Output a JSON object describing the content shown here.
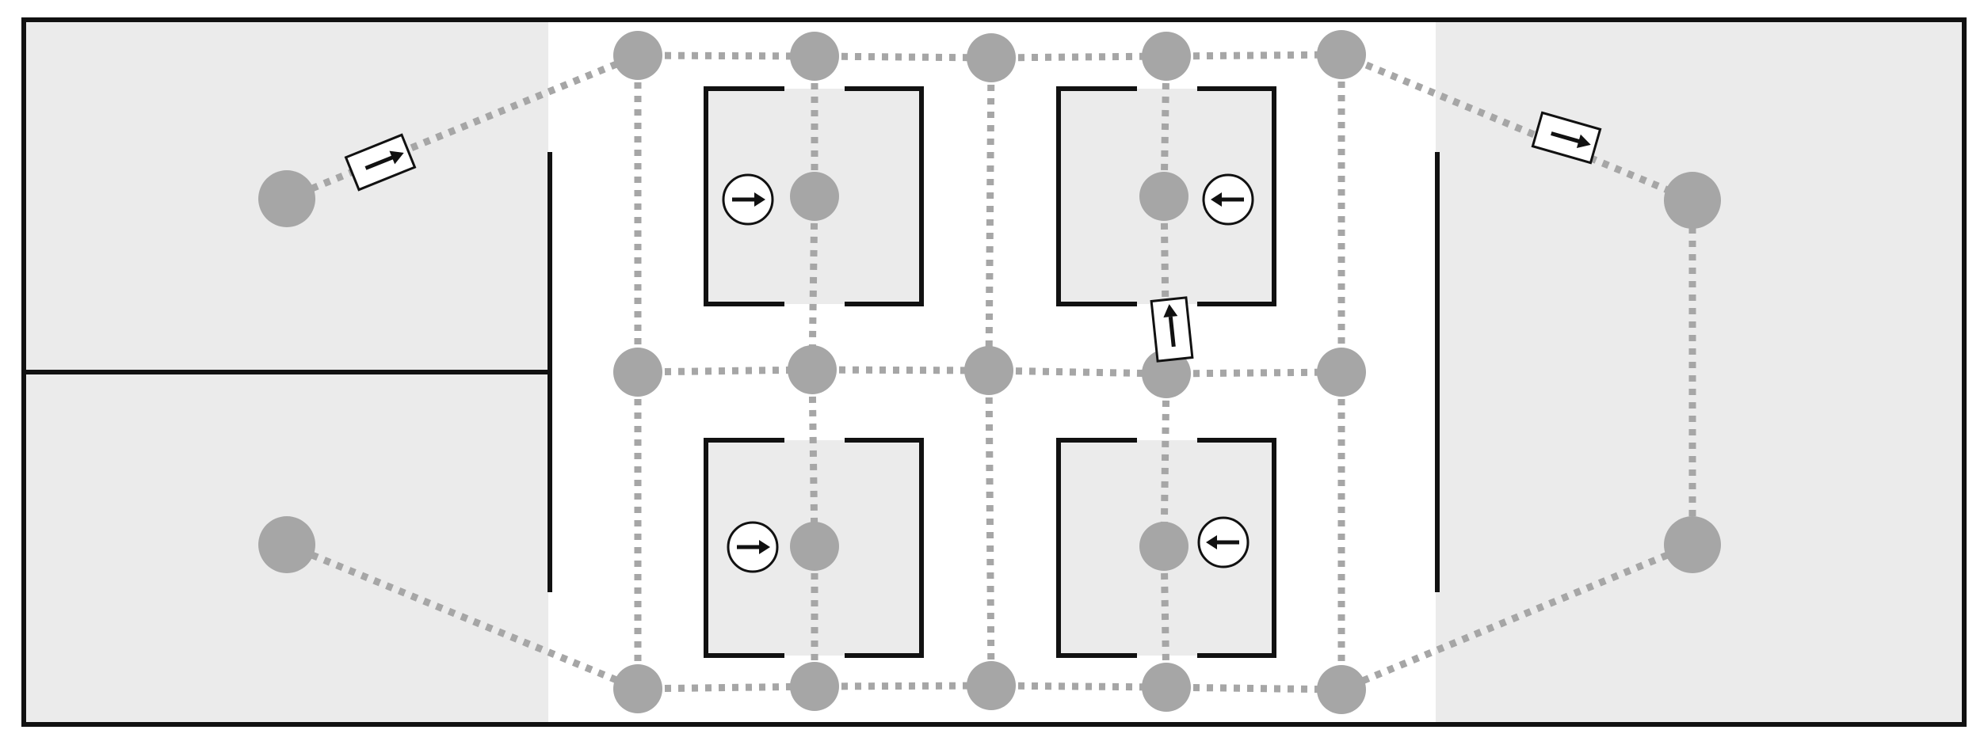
{
  "colors": {
    "zone": "#ebebeb",
    "aisle": "#ffffff",
    "node": "#a6a6a6",
    "edge": "#a6a6a6",
    "wall": "#111111",
    "robot": "#ffffff"
  },
  "graph": {
    "nodes": [
      "L1",
      "L2",
      "T1",
      "T2",
      "T3",
      "T4",
      "T5",
      "M1",
      "M2",
      "M3",
      "M4",
      "M5",
      "B1",
      "B2",
      "B3",
      "B4",
      "B5",
      "S1",
      "S2",
      "S3",
      "S4",
      "R1",
      "R2"
    ],
    "edges": [
      [
        "L1",
        "T1"
      ],
      [
        "L2",
        "B1"
      ],
      [
        "T1",
        "T2"
      ],
      [
        "T2",
        "T3"
      ],
      [
        "T3",
        "T4"
      ],
      [
        "T4",
        "T5"
      ],
      [
        "M1",
        "M2"
      ],
      [
        "M2",
        "M3"
      ],
      [
        "M3",
        "M4"
      ],
      [
        "M4",
        "M5"
      ],
      [
        "B1",
        "B2"
      ],
      [
        "B2",
        "B3"
      ],
      [
        "B3",
        "B4"
      ],
      [
        "B4",
        "B5"
      ],
      [
        "T1",
        "M1"
      ],
      [
        "M1",
        "B1"
      ],
      [
        "T2",
        "S1"
      ],
      [
        "S1",
        "M2"
      ],
      [
        "M2",
        "S3"
      ],
      [
        "S3",
        "B2"
      ],
      [
        "T3",
        "M3"
      ],
      [
        "M3",
        "B3"
      ],
      [
        "T4",
        "S2"
      ],
      [
        "S2",
        "M4"
      ],
      [
        "M4",
        "S4"
      ],
      [
        "S4",
        "B4"
      ],
      [
        "T5",
        "M5"
      ],
      [
        "M5",
        "B5"
      ],
      [
        "T5",
        "R1"
      ],
      [
        "R1",
        "R2"
      ],
      [
        "R2",
        "B5"
      ]
    ]
  },
  "stations": [
    {
      "id": "S1",
      "marker_direction": "right"
    },
    {
      "id": "S2",
      "marker_direction": "left"
    },
    {
      "id": "S3",
      "marker_direction": "right"
    },
    {
      "id": "S4",
      "marker_direction": "left"
    }
  ],
  "robots": [
    {
      "id": "robot-1",
      "heading": "right"
    },
    {
      "id": "robot-2",
      "heading": "right"
    },
    {
      "id": "robot-3",
      "heading": "up"
    }
  ],
  "icons": {
    "node": "graph-node-icon",
    "robot": "robot-icon",
    "direction_marker": "direction-arrow-icon"
  }
}
